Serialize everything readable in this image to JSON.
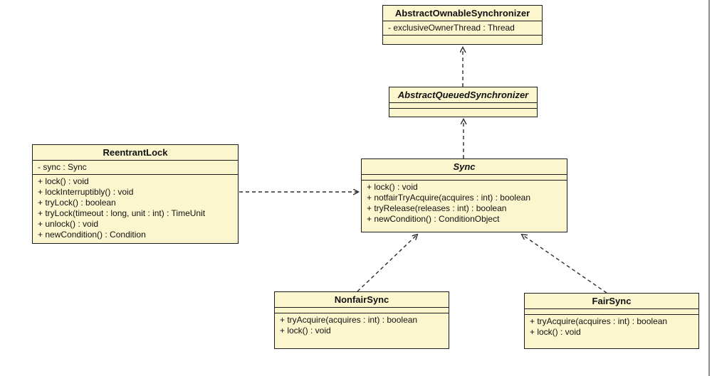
{
  "diagram": {
    "title": "ReentrantLock UML class diagram",
    "classes": [
      {
        "id": "abstract-ownable-synchronizer",
        "name": "AbstractOwnableSynchronizer",
        "name_style": "bold",
        "attributes": [
          "- exclusiveOwnerThread : Thread"
        ],
        "methods": []
      },
      {
        "id": "abstract-queued-synchronizer",
        "name": "AbstractQueuedSynchronizer",
        "name_style": "bold-italic",
        "attributes": [],
        "methods": []
      },
      {
        "id": "reentrant-lock",
        "name": "ReentrantLock",
        "name_style": "bold",
        "attributes": [
          "- sync : Sync"
        ],
        "methods": [
          "+ lock() : void",
          "+ lockInterruptibly() : void",
          "+ tryLock() : boolean",
          "+ tryLock(timeout : long, unit : int) : TimeUnit",
          "+ unlock() : void",
          "+ newCondition() : Condition"
        ]
      },
      {
        "id": "sync",
        "name": "Sync",
        "name_style": "bold-italic",
        "attributes": [],
        "methods": [
          "+ lock() : void",
          "+ notfairTryAcquire(acquires : int) : boolean",
          "+ tryRelease(releases : int) : boolean",
          "+ newCondition() : ConditionObject"
        ]
      },
      {
        "id": "nonfair-sync",
        "name": "NonfairSync",
        "name_style": "bold",
        "attributes": [],
        "methods": [
          "+ tryAcquire(acquires : int) : boolean",
          "+ lock() : void"
        ]
      },
      {
        "id": "fair-sync",
        "name": "FairSync",
        "name_style": "bold",
        "attributes": [],
        "methods": [
          "+ tryAcquire(acquires : int) : boolean",
          "+ lock() : void"
        ]
      }
    ],
    "relationships": [
      {
        "from": "AbstractQueuedSynchronizer",
        "to": "AbstractOwnableSynchronizer",
        "type": "dashed-generalization"
      },
      {
        "from": "Sync",
        "to": "AbstractQueuedSynchronizer",
        "type": "dashed-generalization"
      },
      {
        "from": "ReentrantLock",
        "to": "Sync",
        "type": "dashed-dependency"
      },
      {
        "from": "NonfairSync",
        "to": "Sync",
        "type": "dashed-generalization"
      },
      {
        "from": "FairSync",
        "to": "Sync",
        "type": "dashed-generalization"
      }
    ],
    "colors": {
      "class_fill": "#FCF6CE",
      "class_border": "#1C1C1C",
      "arrow_line": "#2B2B2B",
      "page_edge": "#8F8F8F",
      "text": "#111111"
    }
  }
}
